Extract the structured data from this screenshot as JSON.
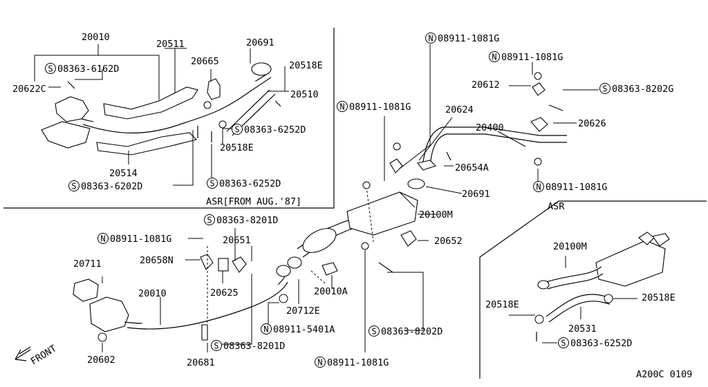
{
  "diagram": {
    "sections": {
      "asr_inset_title": "ASR[FROM AUG.'87]",
      "asr_title": "ASR",
      "front_label": "FRONT",
      "figure_code": "A200C 0109"
    },
    "symbols": {
      "standard": "S",
      "nut": "N"
    },
    "labels": [
      {
        "id": "l01",
        "text": "20010"
      },
      {
        "id": "l02",
        "text": "20511"
      },
      {
        "id": "l03",
        "text": "20691"
      },
      {
        "id": "l04",
        "text": "08363-6162D",
        "symbol": "S"
      },
      {
        "id": "l05",
        "text": "20665"
      },
      {
        "id": "l06",
        "text": "20518E"
      },
      {
        "id": "l07",
        "text": "20622C"
      },
      {
        "id": "l08",
        "text": "20510"
      },
      {
        "id": "l09",
        "text": "08363-6252D",
        "symbol": "S"
      },
      {
        "id": "l10",
        "text": "20518E"
      },
      {
        "id": "l11",
        "text": "20514"
      },
      {
        "id": "l12",
        "text": "08363-6202D",
        "symbol": "S"
      },
      {
        "id": "l13",
        "text": "08363-6252D",
        "symbol": "S"
      },
      {
        "id": "l14",
        "text": "08911-1081G",
        "symbol": "N"
      },
      {
        "id": "l15",
        "text": "08911-1081G",
        "symbol": "N"
      },
      {
        "id": "l16",
        "text": "20612"
      },
      {
        "id": "l17",
        "text": "08363-8202G",
        "symbol": "S"
      },
      {
        "id": "l18",
        "text": "08911-1081G",
        "symbol": "N"
      },
      {
        "id": "l19",
        "text": "20624"
      },
      {
        "id": "l20",
        "text": "20400"
      },
      {
        "id": "l21",
        "text": "20626"
      },
      {
        "id": "l22",
        "text": "20654A"
      },
      {
        "id": "l23",
        "text": "20691"
      },
      {
        "id": "l24",
        "text": "08911-1081G",
        "symbol": "N"
      },
      {
        "id": "l25",
        "text": "20100M"
      },
      {
        "id": "l26",
        "text": "08363-8201D",
        "symbol": "S"
      },
      {
        "id": "l27",
        "text": "08911-1081G",
        "symbol": "N"
      },
      {
        "id": "l28",
        "text": "20651"
      },
      {
        "id": "l29",
        "text": "20652"
      },
      {
        "id": "l30",
        "text": "20658N"
      },
      {
        "id": "l31",
        "text": "20711"
      },
      {
        "id": "l32",
        "text": "20625"
      },
      {
        "id": "l33",
        "text": "20010A"
      },
      {
        "id": "l34",
        "text": "20010"
      },
      {
        "id": "l35",
        "text": "20712E"
      },
      {
        "id": "l36",
        "text": "08911-5401A",
        "symbol": "N"
      },
      {
        "id": "l37",
        "text": "08363-8202D",
        "symbol": "S"
      },
      {
        "id": "l38",
        "text": "20602"
      },
      {
        "id": "l39",
        "text": "08363-8201D",
        "symbol": "S"
      },
      {
        "id": "l40",
        "text": "20681"
      },
      {
        "id": "l41",
        "text": "08911-1081G",
        "symbol": "N"
      },
      {
        "id": "l42",
        "text": "20100M"
      },
      {
        "id": "l43",
        "text": "20518E"
      },
      {
        "id": "l44",
        "text": "20518E"
      },
      {
        "id": "l45",
        "text": "20531"
      },
      {
        "id": "l46",
        "text": "08363-6252D",
        "symbol": "S"
      }
    ]
  }
}
